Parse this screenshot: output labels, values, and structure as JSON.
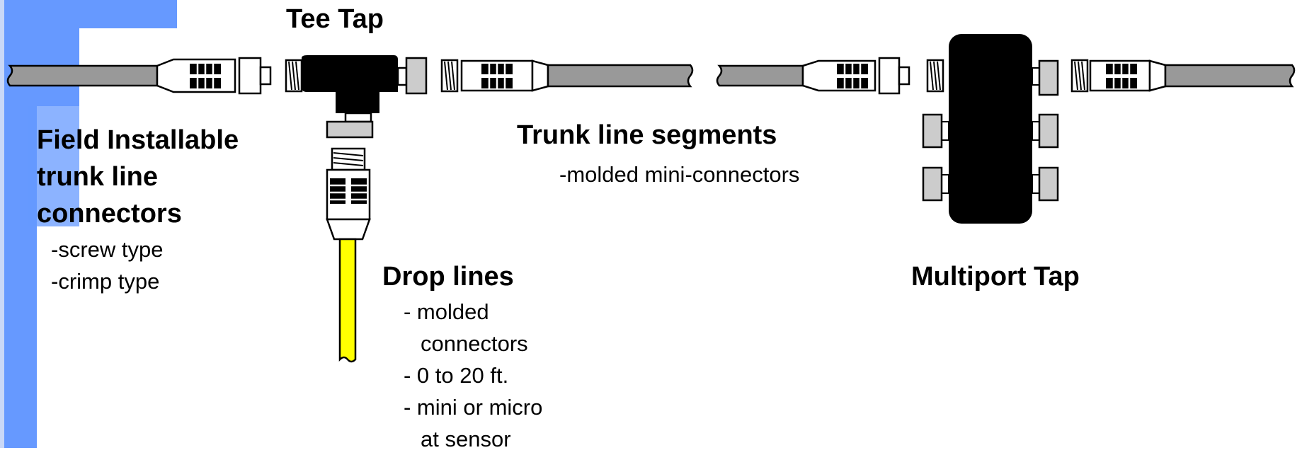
{
  "colors": {
    "accent_bar": "#6699FF",
    "accent_bar_light": "#C9D8F7",
    "trunk_cable": "#999999",
    "drop_cable": "#FFFF00",
    "tap_body": "#000000",
    "port": "#CCCCCC",
    "connector": "#FFFFFF"
  },
  "labels": {
    "tee_tap": "Tee Tap",
    "field_title": [
      "Field Installable",
      "trunk line",
      "connectors"
    ],
    "field_items": [
      "-screw type",
      "-crimp type"
    ],
    "trunk_title": "Trunk line segments",
    "trunk_item": "-molded mini-connectors",
    "drop_title": "Drop lines",
    "drop_items": [
      "- molded",
      "connectors",
      "- 0 to 20 ft.",
      "- mini or micro",
      "at sensor"
    ],
    "multiport": "Multiport Tap"
  }
}
